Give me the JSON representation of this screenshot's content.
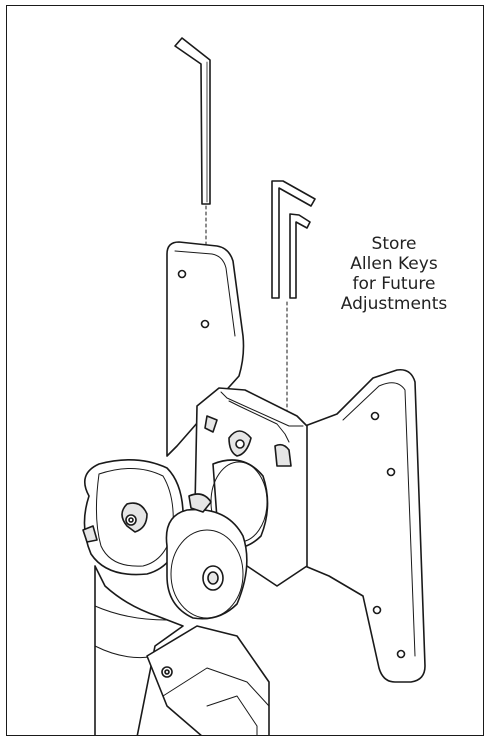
{
  "callout": {
    "lines": [
      "Store",
      "Allen Keys",
      "for Future",
      "Adjustments"
    ]
  },
  "colors": {
    "line": "#1a1a1a",
    "fill": "#ffffff",
    "shade": "#e6e6e6"
  },
  "icons": [
    "allen-key-icon",
    "allen-key-icon"
  ]
}
